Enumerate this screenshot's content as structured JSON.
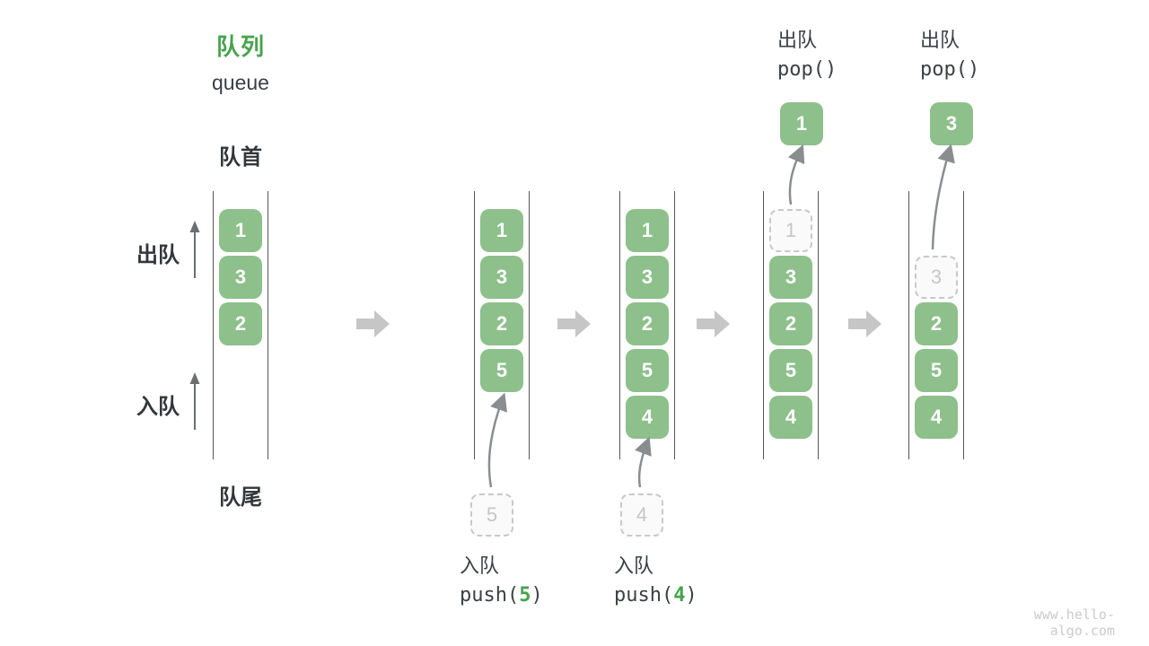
{
  "title": {
    "zh": "队列",
    "en": "queue"
  },
  "labels": {
    "front": "队首",
    "rear": "队尾",
    "dequeue": "出队",
    "enqueue": "入队"
  },
  "columns": [
    {
      "cells": [
        "1",
        "3",
        "2"
      ]
    },
    {
      "cells": [
        "1",
        "3",
        "2",
        "5"
      ]
    },
    {
      "cells": [
        "1",
        "3",
        "2",
        "5",
        "4"
      ]
    },
    {
      "cells": [
        "1",
        "3",
        "2",
        "5",
        "4"
      ]
    },
    {
      "cells": [
        "3",
        "2",
        "5",
        "4"
      ]
    }
  ],
  "operations": {
    "push5": {
      "name": "入队",
      "code_prefix": "push(",
      "arg": "5",
      "code_suffix": ")",
      "incoming_value": "5"
    },
    "push4": {
      "name": "入队",
      "code_prefix": "push(",
      "arg": "4",
      "code_suffix": ")",
      "incoming_value": "4"
    },
    "pop1": {
      "name": "出队",
      "code": "pop()",
      "popped_value": "1"
    },
    "pop3": {
      "name": "出队",
      "code": "pop()",
      "popped_value": "3"
    }
  },
  "watermark": "www.hello-algo.com",
  "colors": {
    "box_green": "#8DC08B",
    "title_green": "#47A34D",
    "text_dark": "#3B4045",
    "ghost_gray": "#C6C6C6",
    "block_arrow_gray": "#C6C6C6",
    "thin_arrow_gray": "#8A8D90",
    "queue_line": "#53575B"
  }
}
